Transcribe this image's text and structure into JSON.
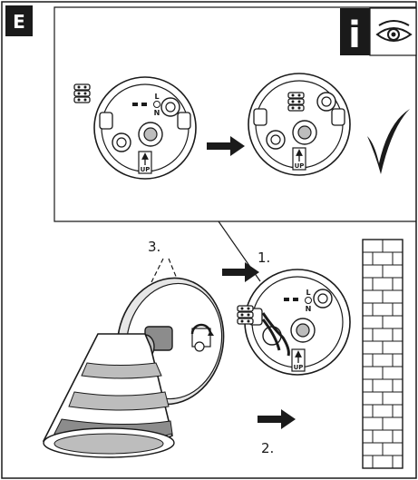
{
  "figure": {
    "section_letter": "E",
    "info_letter": "i",
    "steps": {
      "one": "1.",
      "two": "2.",
      "three": "3."
    },
    "plate_labels": {
      "live": "L",
      "neutral": "N",
      "up": "UP"
    }
  },
  "colors": {
    "stroke": "#1a1a1a",
    "badge_bg": "#1a1a1a",
    "badge_text": "#ffffff",
    "plate_fill": "#ffffff",
    "shade_mid": "#bdbdbd",
    "shade_dark": "#8c8c8c",
    "wall_fill": "#ffffff"
  },
  "icons": [
    "info-icon",
    "eye-icon",
    "checkmark-icon",
    "arrow-right-icon",
    "brick-wall-icon",
    "terminal-block-icon",
    "ground-symbol-icon"
  ]
}
